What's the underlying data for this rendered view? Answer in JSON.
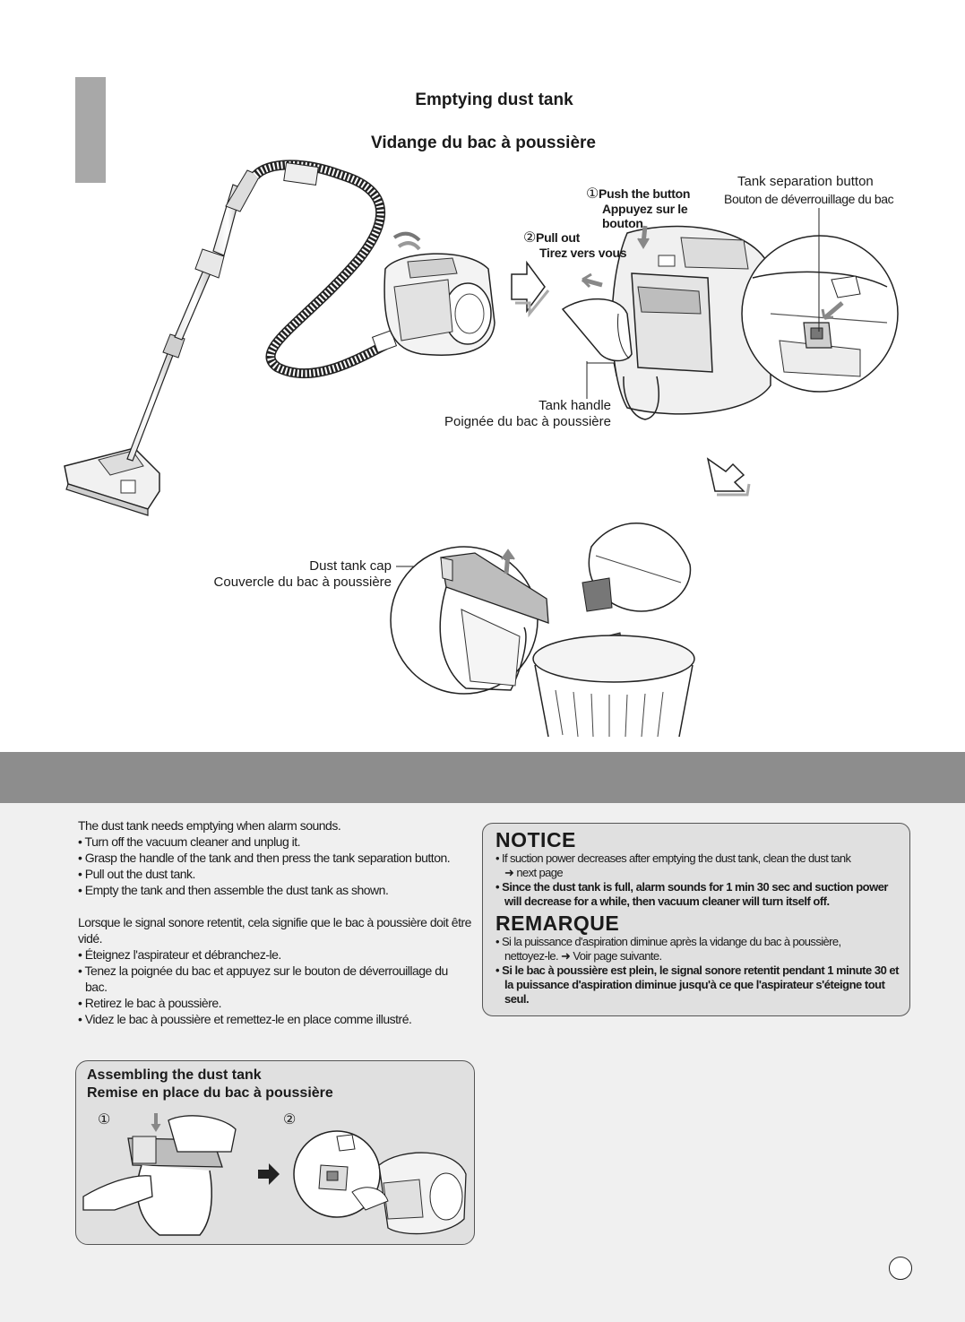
{
  "header": {
    "title_en": "Emptying dust tank",
    "title_fr": "Vidange du bac à poussière"
  },
  "labels": {
    "tank_sep_en": "Tank separation button",
    "tank_sep_fr": "Bouton de déverrouillage du bac",
    "step1_num": "①",
    "step1_en": "Push the button",
    "step1_fr_1": "Appuyez sur le",
    "step1_fr_2": "bouton",
    "step2_num": "②",
    "step2_en": "Pull out",
    "step2_fr": "Tirez vers vous",
    "tank_handle_en": "Tank handle",
    "tank_handle_fr": "Poignée du bac à poussière",
    "cap_en": "Dust tank cap",
    "cap_fr": "Couvercle du bac à poussière"
  },
  "instructions_en": {
    "intro": "The dust tank needs emptying when alarm sounds.",
    "items": [
      "• Turn off the vacuum cleaner and unplug it.",
      "• Grasp the handle of the tank and then press the tank separation button.",
      "• Pull out the dust tank.",
      "• Empty the tank and then assemble the dust tank as shown."
    ]
  },
  "instructions_fr": {
    "intro": "Lorsque le signal sonore retentit, cela signifie que le bac à poussière doit être vidé.",
    "items": [
      "• Éteignez l'aspirateur et débranchez-le.",
      "• Tenez la poignée du bac et appuyez sur le bouton de déverrouillage du bac.",
      "• Retirez le bac à poussière.",
      "• Videz le bac à poussière et remettez-le en place comme illustré."
    ]
  },
  "notice": {
    "heading": "NOTICE",
    "item1_a": "• If suction power decreases after emptying the dust tank, clean the dust tank",
    "item1_b": "next page",
    "item2": "• Since the dust tank is full, alarm sounds for 1 min 30 sec and suction power will decrease for a while, then vacuum cleaner will turn itself off."
  },
  "remarque": {
    "heading": "REMARQUE",
    "item1_a": "• Si la puissance d'aspiration diminue après la vidange du bac à poussière,",
    "item1_b": "nettoyez-le.",
    "item1_c": "Voir page suivante.",
    "item2": "• Si le bac à poussière est plein, le signal sonore retentit pendant 1 minute 30 et la puissance d'aspiration diminue jusqu'à ce que l'aspirateur s'éteigne tout seul."
  },
  "assembly": {
    "title_en": "Assembling the dust tank",
    "title_fr": "Remise en place du bac à poussière",
    "step1": "①",
    "step2": "②"
  },
  "colors": {
    "band": "#8d8d8d",
    "lower_bg": "#f0f0f0",
    "box_bg": "#e0e0e0",
    "side_tab": "#a8a8a8",
    "arrow_gray": "#8a8a8a"
  }
}
